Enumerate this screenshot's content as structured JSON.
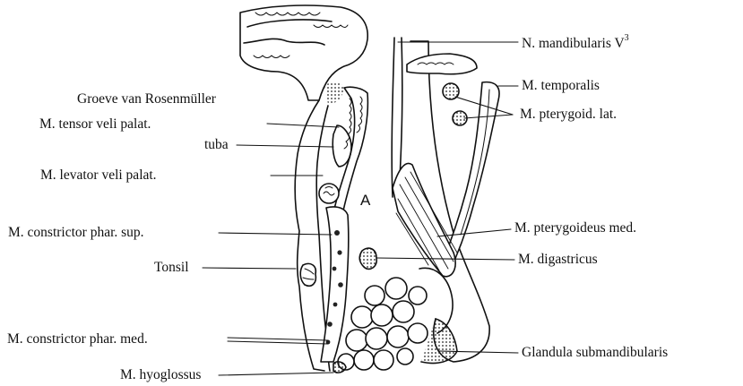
{
  "labels": {
    "groeve": "Groeve van Rosenmüller",
    "tensor": "M. tensor veli palat.",
    "tuba": "tuba",
    "levator": "M. levator veli palat.",
    "constrictor_sup": "M. constrictor phar. sup.",
    "tonsil": "Tonsil",
    "constrictor_med": "M. constrictor phar. med.",
    "hyoglossus": "M. hyoglossus",
    "mandibularis": "N. mandibularis V",
    "mandibularis_sup": "3",
    "temporalis": "M. temporalis",
    "pterygoid_lat": "M. pterygoid. lat.",
    "pterygoideus_med": "M. pterygoideus med.",
    "digastricus": "M. digastricus",
    "glandula": "Glandula submandibularis",
    "region_a": "A"
  }
}
